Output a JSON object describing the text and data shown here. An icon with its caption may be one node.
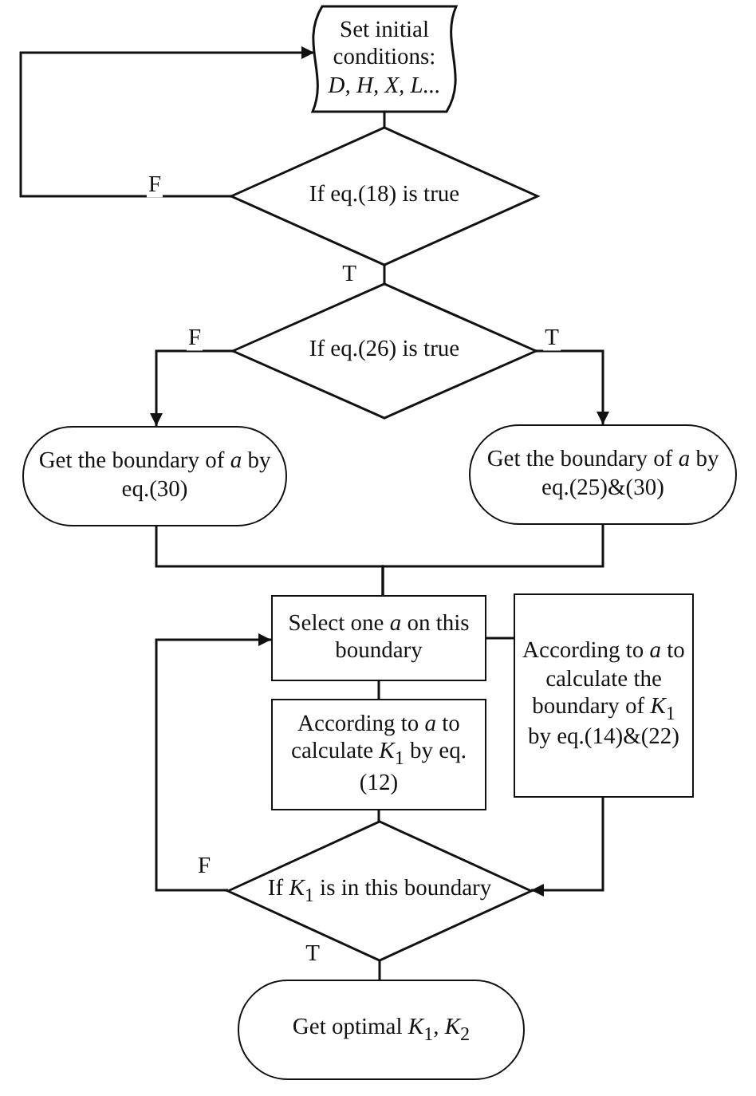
{
  "diagram": {
    "nodes": [
      {
        "text": [
          "Set initial conditions: *D, H, X, L...*"
        ]
      },
      {
        "text": [
          "If eq.(18) is true"
        ]
      },
      {
        "text": [
          "If eq.(26) is true"
        ]
      },
      {
        "text": [
          "Get the boundary of *a* by eq.(30)"
        ]
      },
      {
        "text": [
          "Get the boundary of *a* by eq.(25)&(30)"
        ]
      },
      {
        "text": [
          "Select one *a* on this boundary"
        ]
      },
      {
        "text": [
          "According to *a* to calculate the boundary of *K*$_{1}$ by eq.(14)&(22)"
        ]
      },
      {
        "text": [
          "According to *a* to calculate *K*$_{1}$ by eq.(12)"
        ]
      },
      {
        "text": [
          "If *K*$_{1}$ is in this boundary"
        ]
      },
      {
        "text": [
          "Get optimal *K*$_{1}$, *K*$_{2}$"
        ]
      }
    ],
    "edges": [
      {
        "from": 0,
        "to": 1,
        "arrow": "none"
      },
      {
        "from": 1,
        "to": 0,
        "arrow": "to",
        "label": "F"
      },
      {
        "from": 1,
        "to": 2,
        "arrow": "none",
        "label": "T"
      },
      {
        "from": 2,
        "to": 3,
        "arrow": "to",
        "label": "F"
      },
      {
        "from": 2,
        "to": 4,
        "arrow": "to",
        "label": "T"
      },
      {
        "from": 3,
        "to": 5,
        "arrow": "none"
      },
      {
        "from": 4,
        "to": 5,
        "arrow": "none"
      },
      {
        "from": 5,
        "to": 6,
        "arrow": "none"
      },
      {
        "from": 5,
        "to": 7,
        "arrow": "none"
      },
      {
        "from": 6,
        "to": 8,
        "arrow": "to"
      },
      {
        "from": 7,
        "to": 8,
        "arrow": "none"
      },
      {
        "from": 8,
        "to": 5,
        "arrow": "to",
        "label": "F"
      },
      {
        "from": 8,
        "to": 9,
        "arrow": "none",
        "label": "T"
      }
    ]
  }
}
